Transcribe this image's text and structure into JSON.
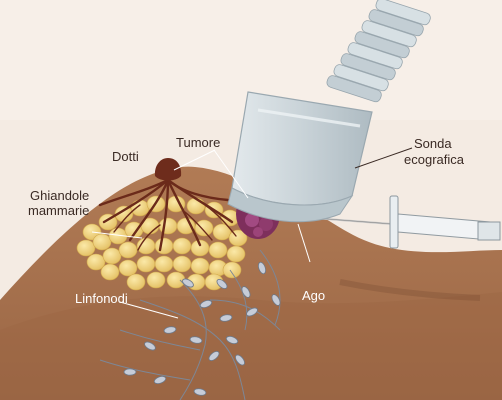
{
  "labels": {
    "dotti": "Dotti",
    "tumore": "Tumore",
    "sonda_line1": "Sonda",
    "sonda_line2": "ecografica",
    "ghiandole_line1": "Ghiandole",
    "ghiandole_line2": "mammarie",
    "linfonodi": "Linfonodi",
    "ago": "Ago"
  },
  "colors": {
    "background": "#f4ebe3",
    "skin": "#a9744f",
    "skin_dark": "#8f5f3f",
    "gland": "#f3d889",
    "duct": "#6e2c1c",
    "tumor": "#8c3a6a",
    "probe": "#cfd8dd",
    "lymph": "#c6ccd8"
  }
}
